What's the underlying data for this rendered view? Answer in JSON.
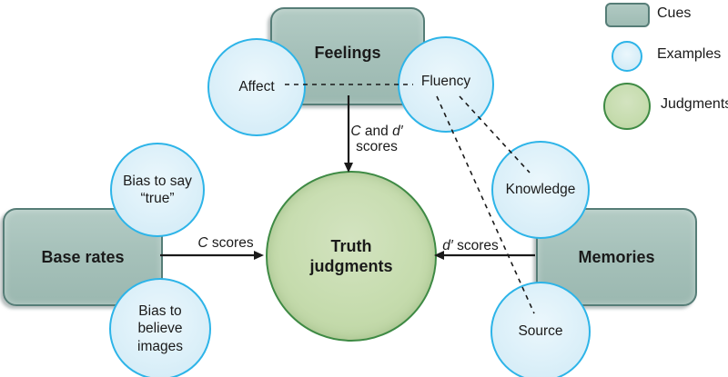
{
  "diagram": {
    "cues": {
      "feelings": "Feelings",
      "base_rates": "Base rates",
      "memories": "Memories"
    },
    "examples": {
      "affect": "Affect",
      "fluency": "Fluency",
      "bias_true": {
        "line1": "Bias to say",
        "line2": "“true”"
      },
      "bias_images": {
        "line1": "Bias to",
        "line2": "believe",
        "line3": "images"
      },
      "knowledge": "Knowledge",
      "source": "Source"
    },
    "judgment": {
      "line1": "Truth",
      "line2": "judgments"
    },
    "arrow_labels": {
      "feelings_arrow": {
        "part1": "C",
        "part2": " and ",
        "part3": "d′",
        "line2": "scores"
      },
      "base_rates_arrow": {
        "part1": "C",
        "part2": " scores"
      },
      "memories_arrow": {
        "part1": "d′",
        "part2": " scores"
      }
    }
  },
  "legend": {
    "cues": "Cues",
    "examples": "Examples",
    "judgments": "Judgments"
  },
  "colors": {
    "cue_fill": "#a6c1ba",
    "cue_border": "#567d77",
    "example_fill": "#dcf0f9",
    "example_border": "#2db4e8",
    "judgment_fill": "#c6dcae",
    "judgment_border": "#3e8a44",
    "line": "#1a1a1a"
  }
}
